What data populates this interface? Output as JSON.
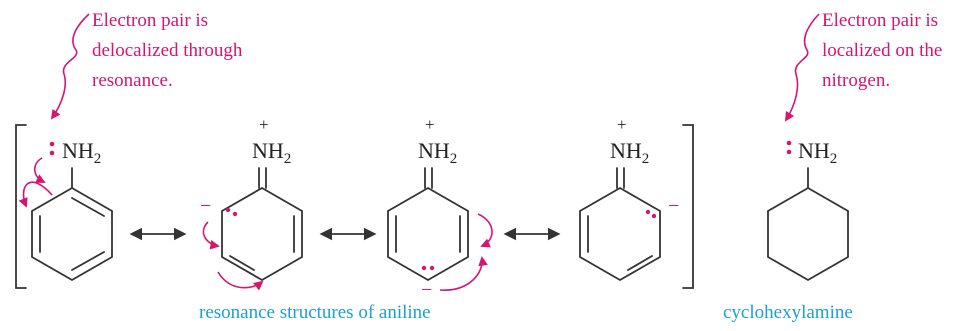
{
  "annotations": {
    "left_note": [
      "Electron pair is",
      "delocalized through",
      "resonance."
    ],
    "right_note": [
      "Electron pair is",
      "localized on the",
      "nitrogen."
    ]
  },
  "structures": {
    "amine_label": "NH",
    "amine_subscript": "2",
    "plus_sign": "+",
    "minus_sign": "−"
  },
  "captions": {
    "resonance": "resonance structures of aniline",
    "cyclohexylamine": "cyclohexylamine"
  },
  "colors": {
    "annotation": "#d6156f",
    "caption": "#1a9fd8",
    "bonds": "#333333"
  }
}
